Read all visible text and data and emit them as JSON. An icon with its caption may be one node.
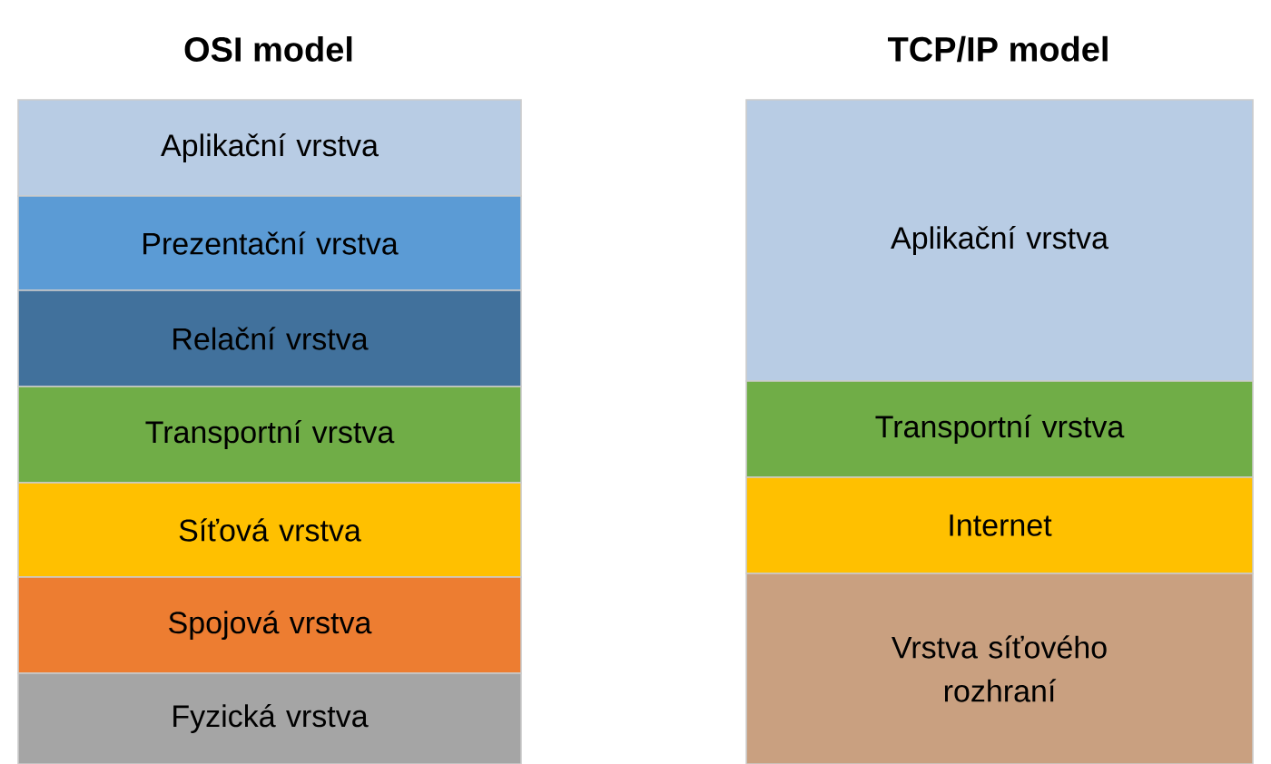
{
  "diagram": {
    "nodes": [
      {
        "text": [
          "Aplikační vrstva"
        ]
      },
      {
        "text": [
          "Prezentační vrstva"
        ]
      },
      {
        "text": [
          "Relační vrstva"
        ]
      },
      {
        "text": [
          "Transportní vrstva"
        ]
      },
      {
        "text": [
          "Síťová vrstva"
        ]
      },
      {
        "text": [
          "Spojová vrstva"
        ]
      },
      {
        "text": [
          "Fyzická vrstva"
        ]
      },
      {
        "text": [
          "Aplikační vrstva"
        ]
      },
      {
        "text": [
          "Transportní vrstva"
        ]
      },
      {
        "text": [
          "Internet"
        ]
      },
      {
        "text": [
          "Vrstva síťového rozhraní"
        ]
      }
    ],
    "labels": [
      "OSI model",
      "TCP/IP model"
    ]
  }
}
